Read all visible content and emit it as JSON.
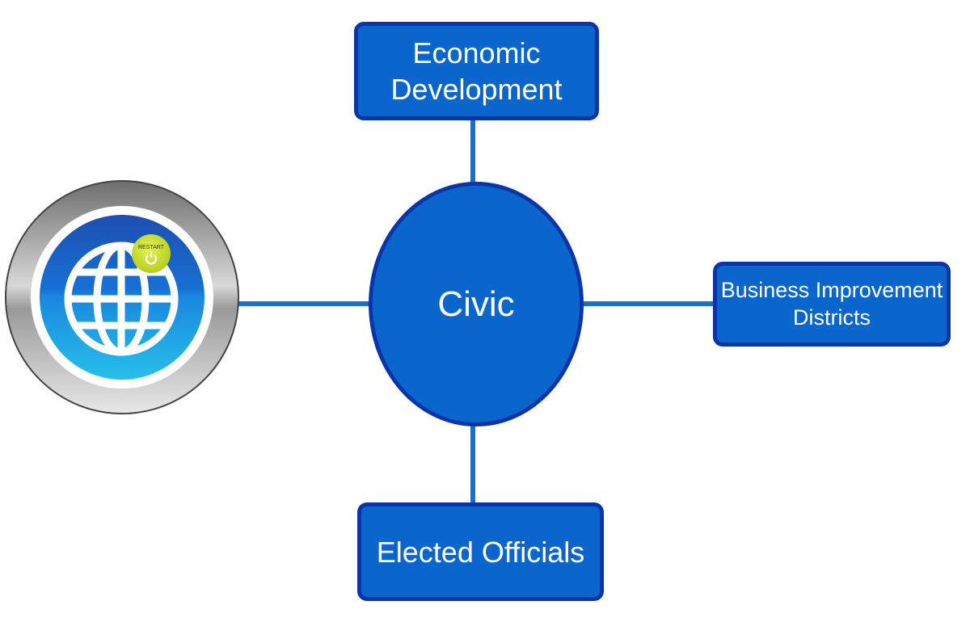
{
  "center": {
    "label": "Civic"
  },
  "nodes": {
    "top": {
      "label": "Economic Development"
    },
    "right": {
      "label": "Business Improvement Districts"
    },
    "bottom": {
      "label": "Elected Officials"
    }
  },
  "globe_button": {
    "icon": "globe-icon",
    "badge_label": "RESTART",
    "badge_icon": "power-icon"
  },
  "colors": {
    "fill": "#0a66cc",
    "border": "#0a35a8",
    "connector": "#1a6fc9",
    "badge": "#c8e02a"
  }
}
